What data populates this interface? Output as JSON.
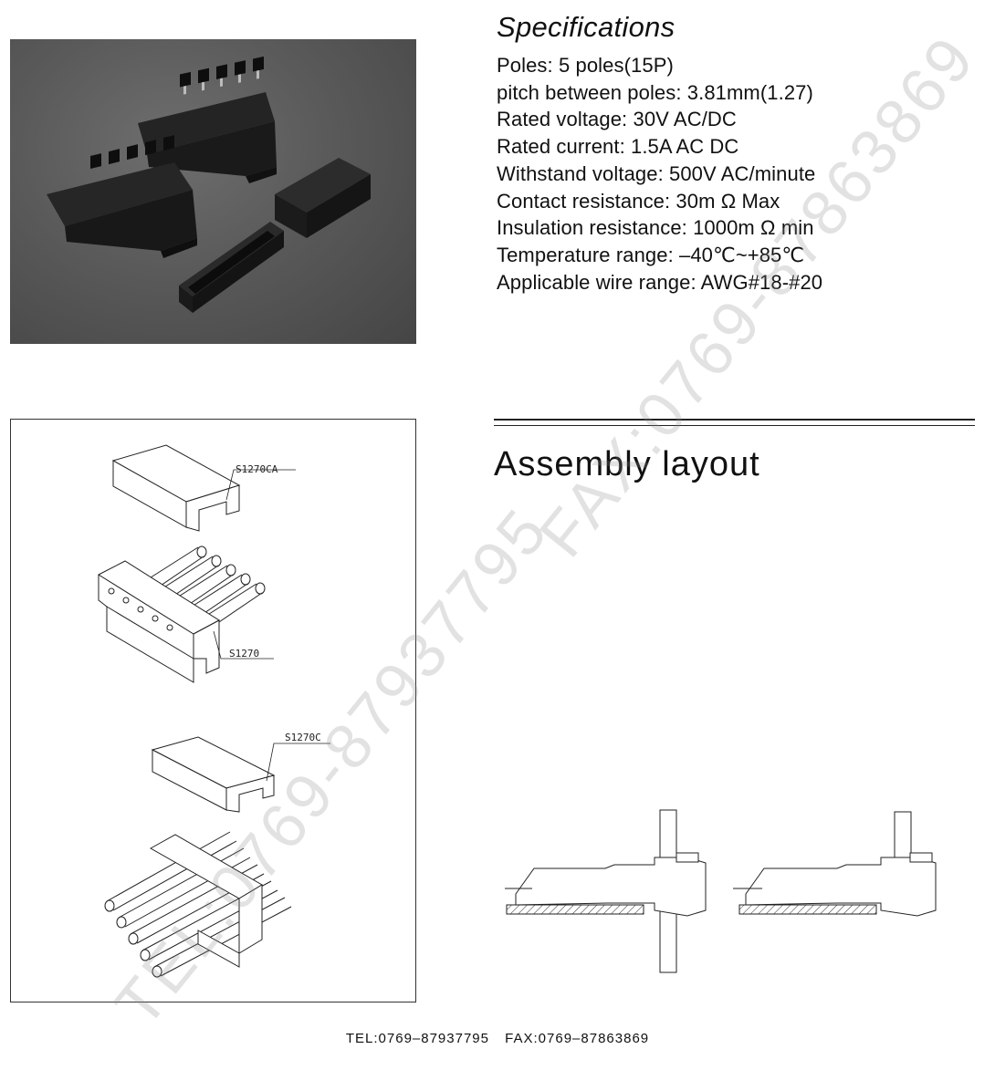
{
  "specifications": {
    "title": "Specifications",
    "items": [
      "Poles: 5 poles(15P)",
      "pitch between poles: 3.81mm(1.27)",
      "Rated voltage: 30V  AC/DC",
      "Rated current: 1.5A  AC DC",
      "Withstand voltage: 500V  AC/minute",
      "Contact resistance: 30m Ω Max",
      "Insulation resistance: 1000m Ω min",
      "Temperature range:  –40℃~+85℃",
      "Applicable wire range:  AWG#18-#20"
    ]
  },
  "assembly": {
    "title": "Assembly layout"
  },
  "drawing": {
    "labels": [
      "S1270CA",
      "S1270",
      "S1270C"
    ]
  },
  "footer": {
    "tel": "TEL:0769–87937795",
    "fax": "FAX:0769–87863869"
  },
  "watermarks": {
    "fax": "FAX:0769-87863869",
    "tel": "TEL:0769-87937795"
  },
  "colors": {
    "photo_bg": "#5a5a5a",
    "part": "#1c1c1c"
  }
}
